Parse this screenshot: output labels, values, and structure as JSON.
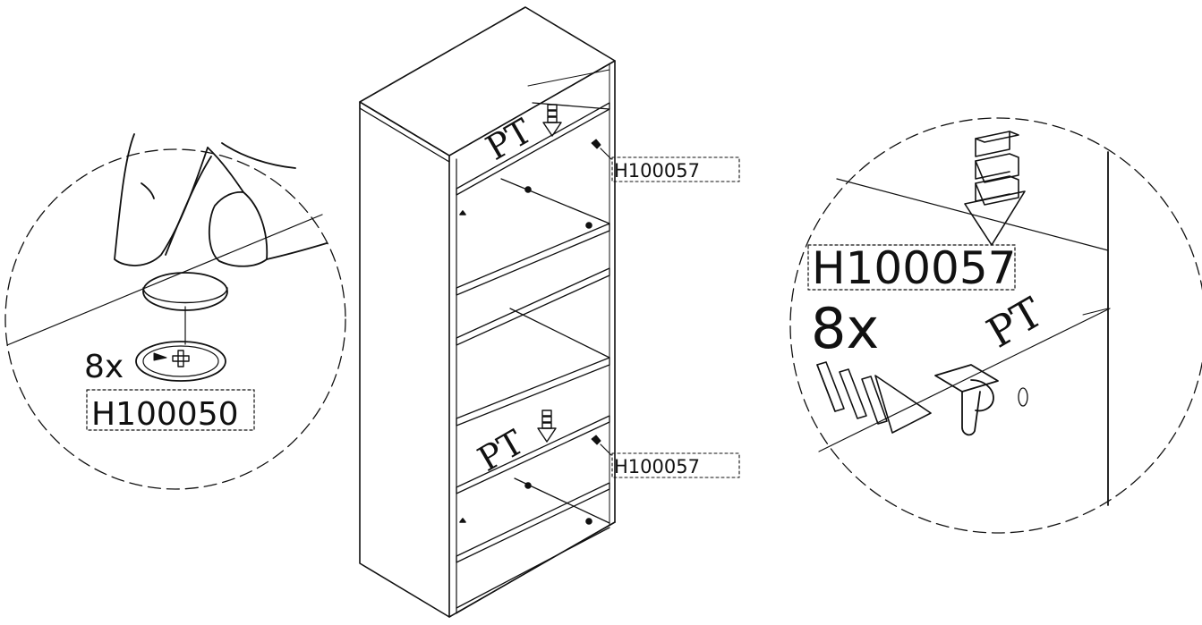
{
  "labels": {
    "top_right_code": "H100057",
    "bottom_right_code": "H100057",
    "left_qty": "8x",
    "left_code": "H100050",
    "right_qty": "8x",
    "right_code": "H100057",
    "top_mark": "PT",
    "bottom_mark": "PT",
    "detail_mark": "PT"
  },
  "colors": {
    "line": "#111111",
    "background": "#ffffff"
  },
  "icons": [
    "down-arrow-icon",
    "shelf-pin-icon",
    "cam-lock-icon",
    "finger-hand-icon",
    "cover-cap-icon"
  ]
}
